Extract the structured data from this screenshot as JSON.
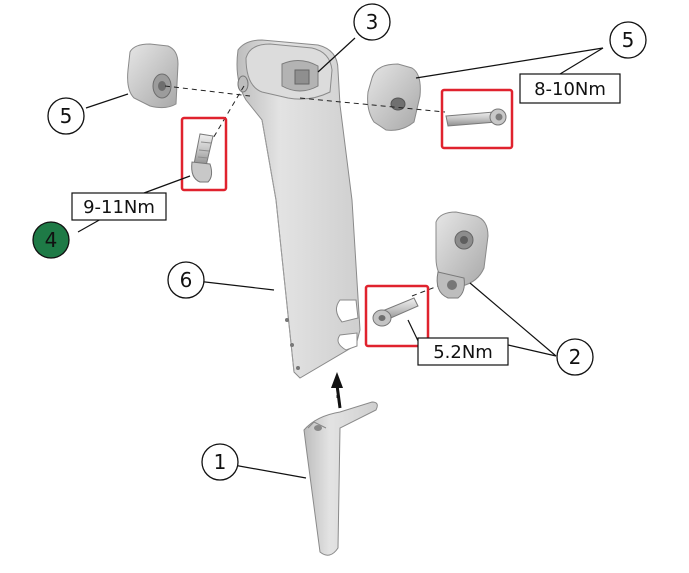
{
  "diagram": {
    "callouts": [
      {
        "id": "1",
        "label": "1"
      },
      {
        "id": "2",
        "label": "2"
      },
      {
        "id": "3",
        "label": "3"
      },
      {
        "id": "4",
        "label": "4",
        "highlight_color": "#1e7a46"
      },
      {
        "id": "5a",
        "label": "5"
      },
      {
        "id": "5b",
        "label": "5"
      },
      {
        "id": "6",
        "label": "6"
      }
    ],
    "torques": [
      {
        "id": "t1",
        "label": "9-11Nm"
      },
      {
        "id": "t2",
        "label": "8-10Nm"
      },
      {
        "id": "t3",
        "label": "5.2Nm"
      }
    ],
    "colors": {
      "highlight_box": "#e0222e",
      "part_fill": "#d7d7d7",
      "part_shade": "#a9a9a9",
      "line": "#111111"
    }
  }
}
